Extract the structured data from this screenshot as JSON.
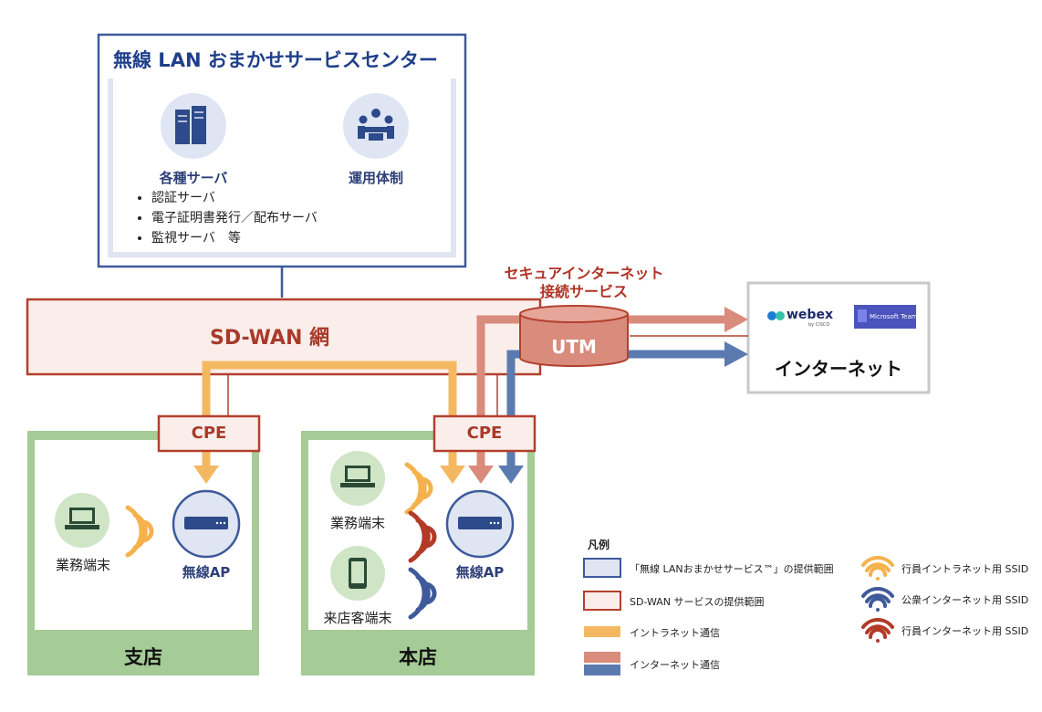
{
  "service_center": {
    "title": "無線 LAN おまかせサービスセンター",
    "servers_label": "各種サーバ",
    "operations_label": "運用体制",
    "server_list": [
      "認証サーバ",
      "電子証明書発行／配布サーバ",
      "監視サーバ　等"
    ]
  },
  "sdwan": {
    "label": "SD-WAN 網"
  },
  "secure_service": {
    "line1": "セキュアインターネット",
    "line2": "接続サービス"
  },
  "utm": {
    "label": "UTM"
  },
  "internet": {
    "label": "インターネット",
    "webex": "webex",
    "webex_sub": "by CISCO",
    "teams": "Microsoft Teams"
  },
  "branch": {
    "name": "支店",
    "cpe": "CPE",
    "terminal": "業務端末",
    "ap": "無線AP"
  },
  "head_office": {
    "name": "本店",
    "cpe": "CPE",
    "terminal_business": "業務端末",
    "terminal_guest": "来店客端末",
    "ap": "無線AP"
  },
  "legend": {
    "title": "凡例",
    "items": [
      "「無線 LANおまかせサービス™」の提供範囲",
      "SD-WAN サービスの提供範囲",
      "イントラネット通信",
      "インターネット通信"
    ],
    "ssid_items": [
      "行員イントラネット用 SSID",
      "公衆インターネット用 SSID",
      "行員インターネット用 SSID"
    ]
  },
  "colors": {
    "service_blue": "#3d5a9c",
    "service_fill": "#dfe5f2",
    "sdwan_red": "#b3402e",
    "sdwan_fill": "#fbeeea",
    "intranet_orange": "#f4b862",
    "internet_pink": "#d98b7c",
    "internet_blue": "#5b7bb0",
    "branch_green": "#a5cb96",
    "ssid_orange": "#f5b24c",
    "ssid_blue": "#3f5a9a",
    "ssid_red": "#b23a27"
  }
}
